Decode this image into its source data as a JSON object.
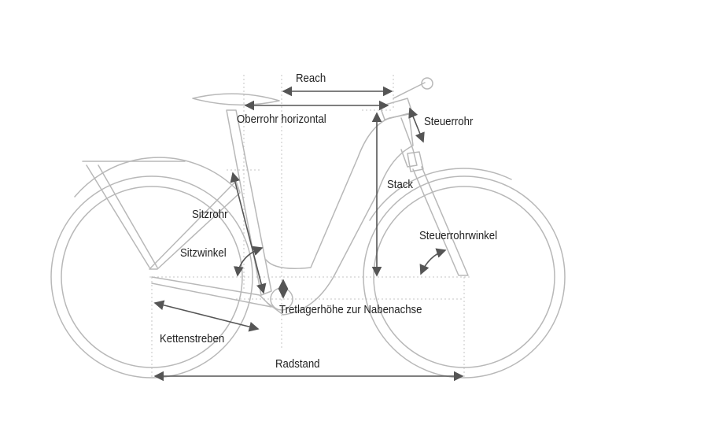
{
  "labels": {
    "reach": "Reach",
    "top_tube": "Oberrohr horizontal",
    "head_tube": "Steuerrohr",
    "stack": "Stack",
    "seat_tube": "Sitzrohr",
    "seat_angle": "Sitzwinkel",
    "head_angle": "Steuerrohrwinkel",
    "bb_drop": "Tretlagerhöhe zur Nabenachse",
    "chainstays": "Kettenstreben",
    "wheelbase": "Radstand"
  }
}
